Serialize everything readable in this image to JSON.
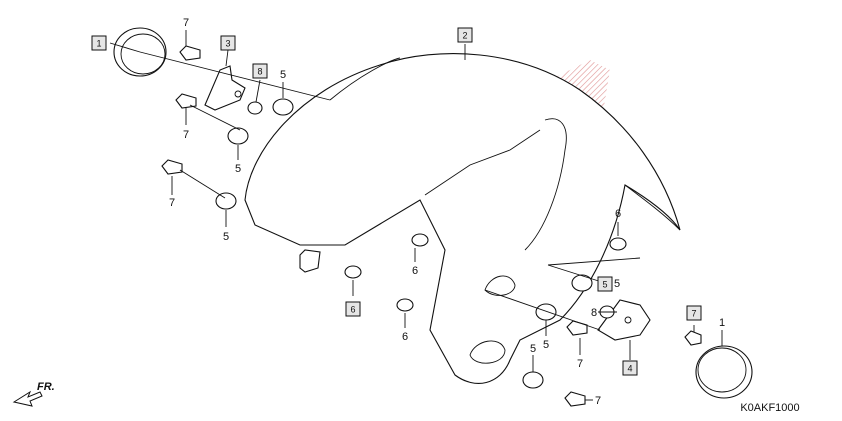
{
  "diagram": {
    "code": "K0AKF1000",
    "direction_label": "FR.",
    "boxed_labels": [
      "1",
      "2",
      "3",
      "8",
      "6",
      "5",
      "7",
      "4"
    ],
    "plain_labels": [
      "7",
      "5",
      "7",
      "5",
      "7",
      "5",
      "6",
      "6",
      "6",
      "5",
      "5",
      "5",
      "7",
      "8",
      "7",
      "1"
    ],
    "watermark_colors": {
      "stripe": "#d98080",
      "box_fill": "#e6e6e6",
      "ink": "#111111"
    }
  }
}
